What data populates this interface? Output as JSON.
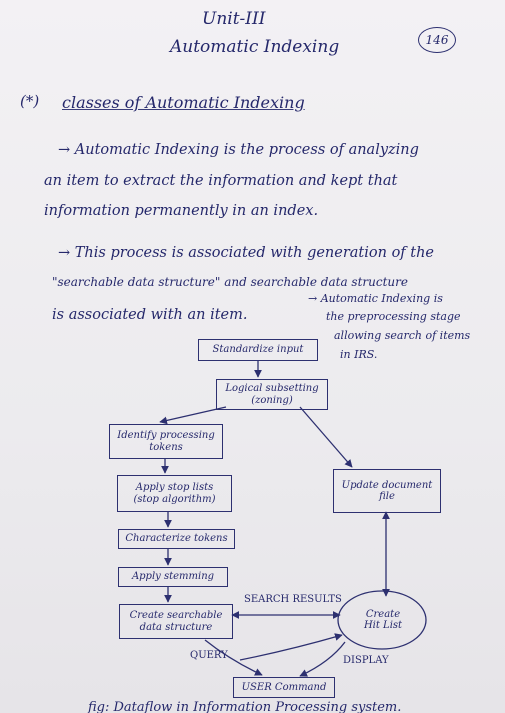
{
  "header": {
    "unit": "Unit-III",
    "title": "Automatic Indexing",
    "page_number": "146"
  },
  "section": {
    "bullet": "(*)",
    "heading": "classes of Automatic Indexing"
  },
  "paragraphs": {
    "p1_line1": "→ Automatic Indexing is the process of analyzing",
    "p1_line2": "an item to extract the information and kept that",
    "p1_line3": "information permanently in an index.",
    "p2_line1": "→ This process is associated with generation of the",
    "p2_line2": "\"searchable data structure\" and searchable data structure",
    "p2_line3": "is associated with an item."
  },
  "side_note": {
    "line1": "→ Automatic Indexing is",
    "line2": "the preprocessing stage",
    "line3": "allowing search of items",
    "line4": "in IRS."
  },
  "flowchart": {
    "standardize": "Standardize input",
    "zoning_line1": "Logical subsetting",
    "zoning_line2": "(zoning)",
    "identify_line1": "Identify processing",
    "identify_line2": "tokens",
    "stoplist_line1": "Apply stop lists",
    "stoplist_line2": "(stop algorithm)",
    "characterize": "Characterize tokens",
    "stemming": "Apply stemming",
    "create_line1": "Create searchable",
    "create_line2": "data structure",
    "update_line1": "Update document",
    "update_line2": "file",
    "hitlist_line1": "Create",
    "hitlist_line2": "Hit List",
    "user_command": "USER Command",
    "label_search_results": "SEARCH RESULTS",
    "label_query": "QUERY",
    "label_display": "DISPLAY"
  },
  "caption": "fig: Dataflow in Information Processing system."
}
